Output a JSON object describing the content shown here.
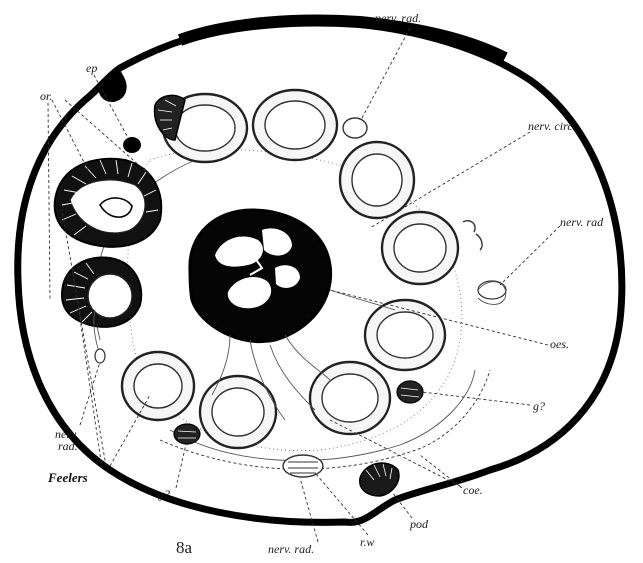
{
  "figure": {
    "caption": "8a",
    "labels": {
      "nerv_rad_top": "nerv. rad.",
      "ep": "ep",
      "or": "or.",
      "nerv_circ": "nerv. circ.",
      "nerv_rad_right": "nerv. rad",
      "oes": "oes.",
      "g_right": "g?",
      "nerv_rad_left": "nerv.\nrad.",
      "feelers": "Feelers",
      "g_bottom": "g?",
      "coe": "coe.",
      "pod": "pod",
      "rw": "r.w",
      "nerv_rad_bottom": "nerv. rad."
    }
  }
}
